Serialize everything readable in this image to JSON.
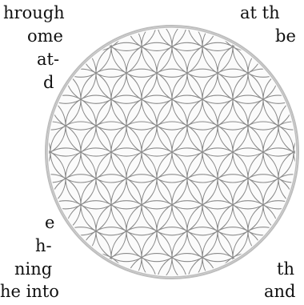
{
  "image": {
    "subject": "flower-of-life",
    "colors": {
      "line": "#8a8a8a",
      "rim": "#bdbdbd",
      "fill": "#fbfbfb",
      "text": "#111111"
    }
  },
  "text_fragments": {
    "left": [
      "hrough",
      "ome",
      "at-",
      "d",
      "e",
      "h-",
      "ning",
      "he into"
    ],
    "right": [
      "at th",
      "be",
      "th",
      "and"
    ]
  }
}
